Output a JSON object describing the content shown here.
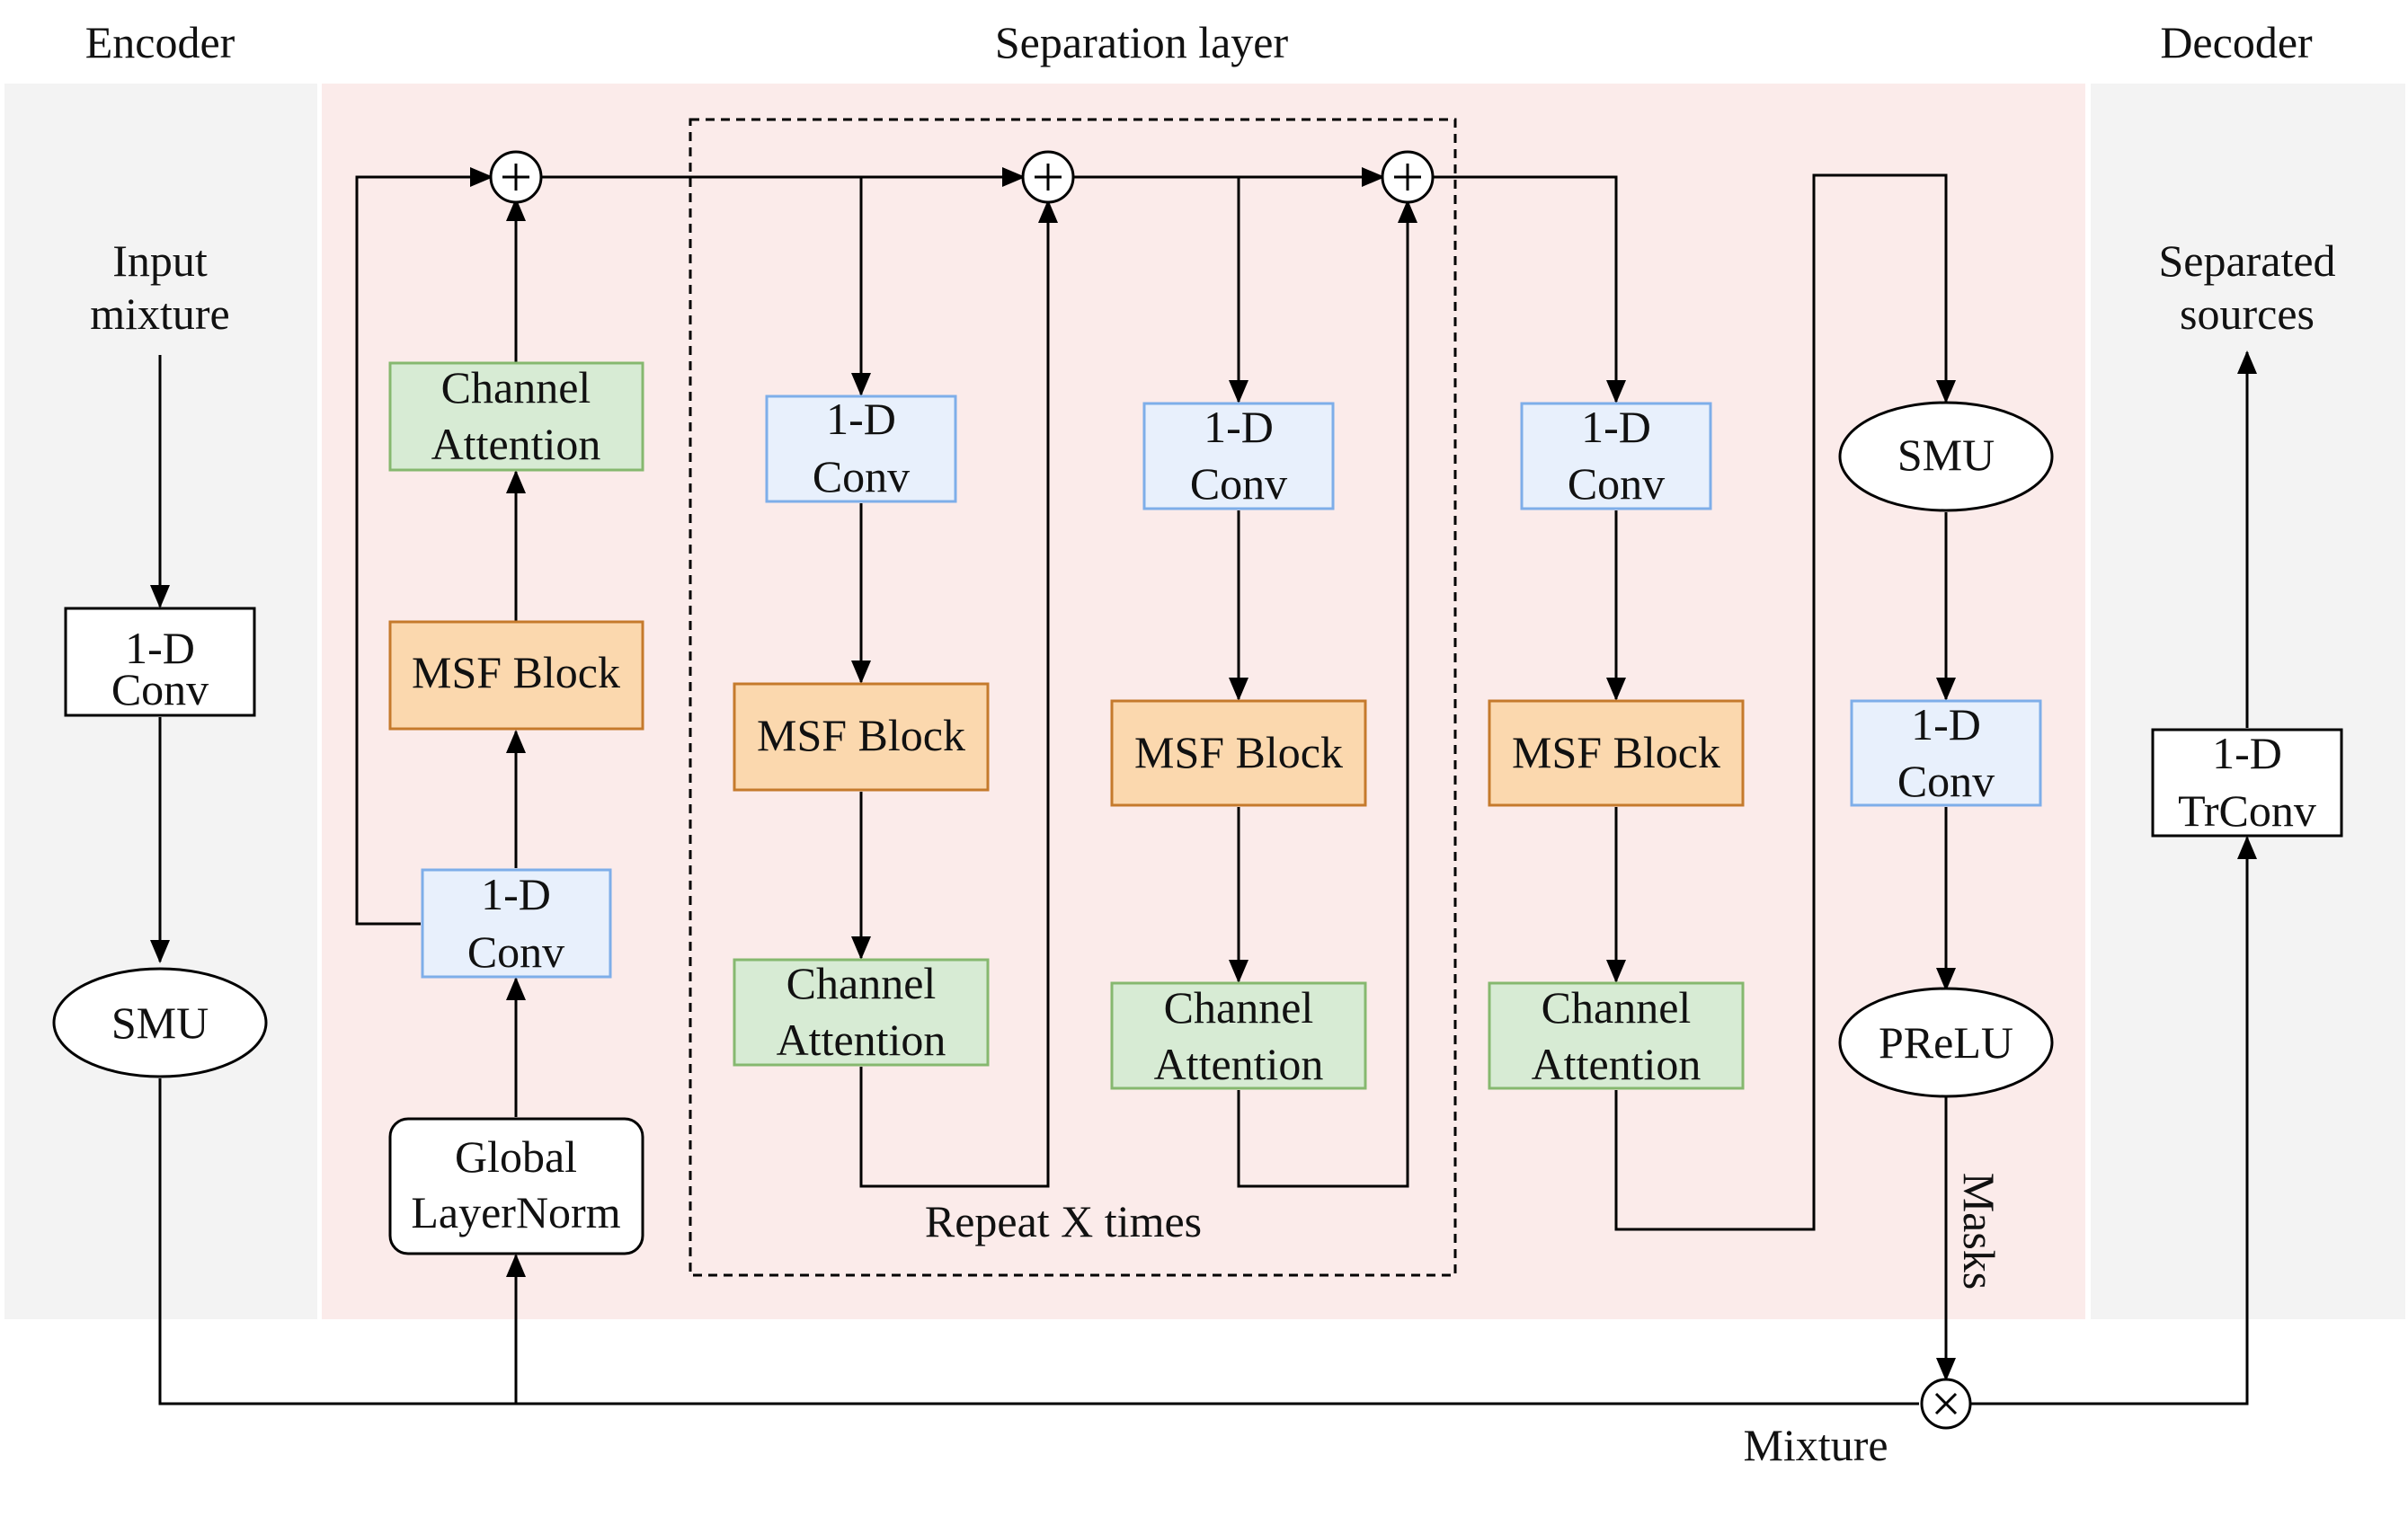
{
  "sections": {
    "encoder": "Encoder",
    "separation": "Separation layer",
    "decoder": "Decoder"
  },
  "colors": {
    "encoder_bg": "#f3f3f3",
    "separation_bg": "#fbebea",
    "decoder_bg": "#f3f3f3",
    "conv_fill": "#e8f0fc",
    "conv_stroke": "#7eaee9",
    "msf_fill": "#fbd8ae",
    "msf_stroke": "#c57a2c",
    "attention_fill": "#d7ebd4",
    "attention_stroke": "#86b86f"
  },
  "encoder": {
    "input_line1": "Input",
    "input_line2": "mixture",
    "conv_line1": "1-D",
    "conv_line2": "Conv",
    "smu": "SMU"
  },
  "separation": {
    "norm_line1": "Global",
    "norm_line2": "LayerNorm",
    "conv_line1": "1-D",
    "conv_line2": "Conv",
    "msf": "MSF Block",
    "attention_line1": "Channel",
    "attention_line2": "Attention",
    "repeat": "Repeat X times",
    "smu": "SMU",
    "prelu": "PReLU",
    "masks": "Masks",
    "mixture": "Mixture"
  },
  "decoder": {
    "trconv_line1": "1-D",
    "trconv_line2": "TrConv",
    "output_line1": "Separated",
    "output_line2": "sources"
  }
}
